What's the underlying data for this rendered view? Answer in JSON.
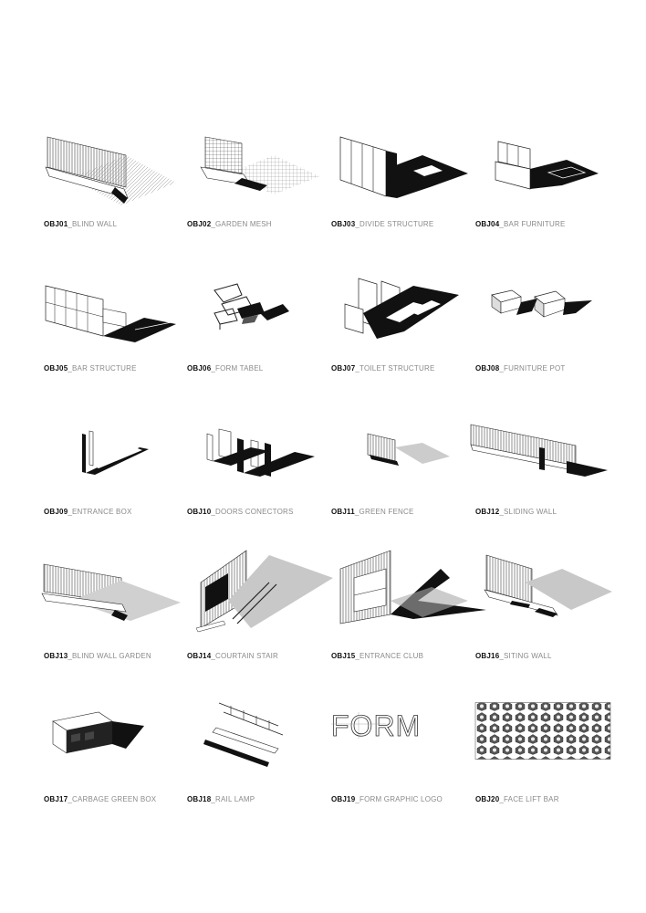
{
  "sheet": {
    "objects": [
      {
        "code": "OBJ01",
        "name": "_BLIND WALL",
        "icon": "blind-wall-icon"
      },
      {
        "code": "OBJ02",
        "name": "_GARDEN MESH",
        "icon": "garden-mesh-icon"
      },
      {
        "code": "OBJ03",
        "name": "_DIVIDE STRUCTURE",
        "icon": "divide-structure-icon"
      },
      {
        "code": "OBJ04",
        "name": "_BAR FURNITURE",
        "icon": "bar-furniture-icon"
      },
      {
        "code": "OBJ05",
        "name": "_BAR STRUCTURE",
        "icon": "bar-structure-icon"
      },
      {
        "code": "OBJ06",
        "name": "_FORM TABEL",
        "icon": "form-table-icon"
      },
      {
        "code": "OBJ07",
        "name": "_TOILET STRUCTURE",
        "icon": "toilet-structure-icon"
      },
      {
        "code": "OBJ08",
        "name": "_FURNITURE POT",
        "icon": "furniture-pot-icon"
      },
      {
        "code": "OBJ09",
        "name": "_ENTRANCE BOX",
        "icon": "entrance-box-icon"
      },
      {
        "code": "OBJ10",
        "name": "_DOORS CONECTORS",
        "icon": "doors-connectors-icon"
      },
      {
        "code": "OBJ11",
        "name": "_GREEN FENCE",
        "icon": "green-fence-icon"
      },
      {
        "code": "OBJ12",
        "name": "_SLIDING WALL",
        "icon": "sliding-wall-icon"
      },
      {
        "code": "OBJ13",
        "name": "_BLIND WALL GARDEN",
        "icon": "blind-wall-garden-icon"
      },
      {
        "code": "OBJ14",
        "name": "_COURTAIN STAIR",
        "icon": "curtain-stair-icon"
      },
      {
        "code": "OBJ15",
        "name": "_ENTRANCE CLUB",
        "icon": "entrance-club-icon"
      },
      {
        "code": "OBJ16",
        "name": "_SITING WALL",
        "icon": "siting-wall-icon"
      },
      {
        "code": "OBJ17",
        "name": "_CARBAGE GREEN BOX",
        "icon": "garbage-green-box-icon"
      },
      {
        "code": "OBJ18",
        "name": "_RAIL LAMP",
        "icon": "rail-lamp-icon"
      },
      {
        "code": "OBJ19",
        "name": "_FORM GRAPHIC LOGO",
        "icon": "form-logo-icon",
        "logo_text": "FORM"
      },
      {
        "code": "OBJ20",
        "name": "_FACE LIFT BAR",
        "icon": "face-lift-pattern-icon"
      }
    ],
    "colors": {
      "ink": "#111111",
      "label_grey": "#8a8a8a",
      "shadow": "#1a1a1a",
      "light_shadow": "#cfcfcf"
    }
  }
}
